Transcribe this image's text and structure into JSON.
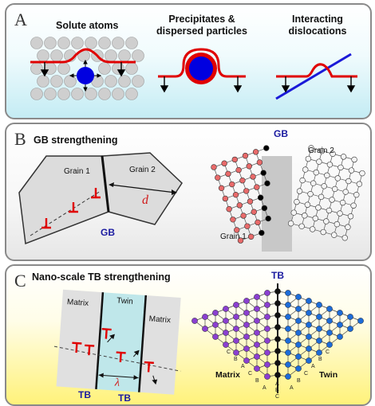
{
  "panel_a": {
    "letter": "A",
    "solute_title": "Solute atoms",
    "precip_title_1": "Precipitates &",
    "precip_title_2": "dispersed particles",
    "disloc_title_1": "Interacting",
    "disloc_title_2": "dislocations"
  },
  "panel_b": {
    "letter": "B",
    "title": "GB strengthening",
    "grain1": "Grain 1",
    "grain2": "Grain 2",
    "d_label": "d",
    "gb_left": "GB",
    "gb_right": "GB",
    "grain1_right": "Grain 1",
    "grain2_right": "Grain 2"
  },
  "panel_c": {
    "letter": "C",
    "title": "Nano-scale TB strengthening",
    "matrix_left": "Matrix",
    "twin": "Twin",
    "matrix_right": "Matrix",
    "lambda": "λ",
    "tb1": "TB",
    "tb2": "TB",
    "tb_top": "TB",
    "matrix_right_diagram": "Matrix",
    "twin_right_diagram": "Twin",
    "left_stack": [
      "C",
      "B",
      "A",
      "C",
      "B",
      "A"
    ],
    "right_stack": [
      "C",
      "B",
      "A",
      "C",
      "B",
      "A"
    ],
    "center_stack": [
      "A",
      "B",
      "C"
    ]
  },
  "colors": {
    "dislocation_red": "#e00000",
    "particle_blue": "#0000e0",
    "atom_gray": "#cfcfcf",
    "lattice_red": "#e86a6a",
    "lattice_white": "#f4f4f4",
    "lattice_black": "#000000",
    "twin_purple": "#8a3fd0",
    "twin_blue": "#1c6bd8",
    "twin_cyan": "#bfe7ea"
  }
}
